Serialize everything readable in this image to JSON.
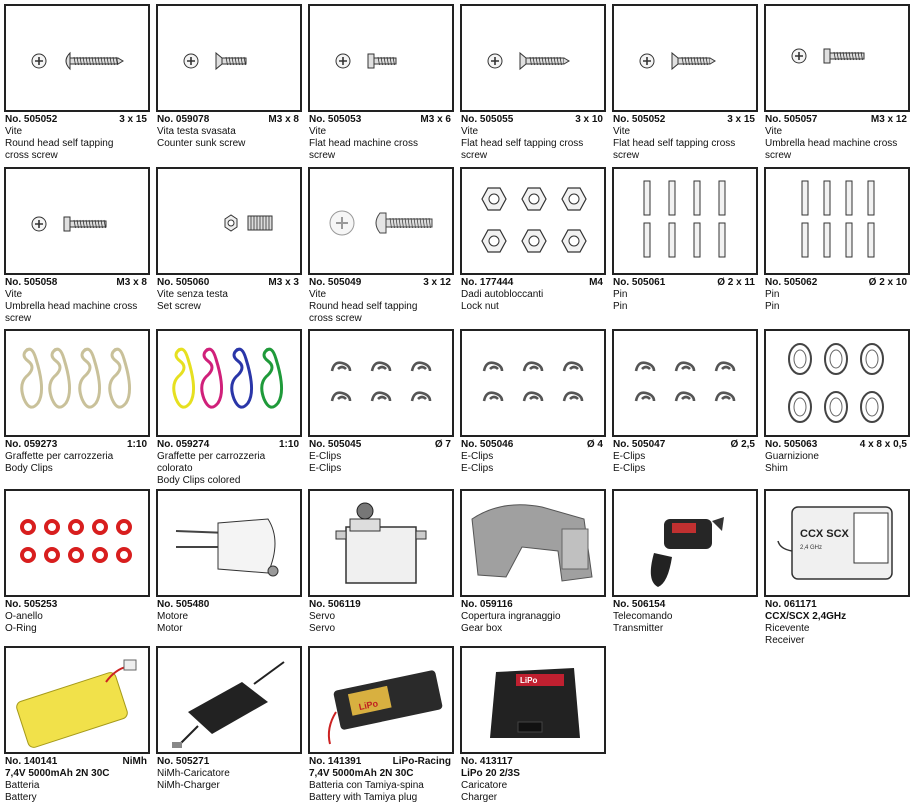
{
  "items": [
    {
      "no": "No. 505052",
      "size": "3 x 15",
      "lines": [
        "Vite",
        "Round head self tapping",
        "cross screw"
      ]
    },
    {
      "no": "No. 059078",
      "size": "M3 x 8",
      "lines": [
        "Vita testa svasata",
        "Counter sunk screw"
      ]
    },
    {
      "no": "No. 505053",
      "size": "M3 x 6",
      "lines": [
        "Vite",
        "Flat head machine cross",
        "screw"
      ]
    },
    {
      "no": "No. 505055",
      "size": "3 x 10",
      "lines": [
        "Vite",
        "Flat head self tapping cross",
        "screw"
      ]
    },
    {
      "no": "No. 505052",
      "size": "3 x 15",
      "lines": [
        "Vite",
        "Flat head self tapping cross",
        "screw"
      ]
    },
    {
      "no": "No. 505057",
      "size": "M3 x 12",
      "lines": [
        "Vite",
        "Umbrella head machine cross",
        "screw"
      ]
    },
    {
      "no": "No. 505058",
      "size": "M3 x 8",
      "lines": [
        "Vite",
        "Umbrella head machine cross",
        "screw"
      ]
    },
    {
      "no": "No. 505060",
      "size": "M3 x 3",
      "lines": [
        "Vite senza testa",
        "Set screw"
      ]
    },
    {
      "no": "No. 505049",
      "size": "3 x 12",
      "lines": [
        "Vite",
        "Round head self tapping",
        "cross screw"
      ]
    },
    {
      "no": "No. 177444",
      "size": "M4",
      "lines": [
        "Dadi autobloccanti",
        "Lock nut"
      ]
    },
    {
      "no": "No. 505061",
      "size": "Ø 2 x 11",
      "lines": [
        "Pin",
        "Pin"
      ]
    },
    {
      "no": "No. 505062",
      "size": "Ø 2 x 10",
      "lines": [
        "Pin",
        "Pin"
      ]
    },
    {
      "no": "No. 059273",
      "size": "1:10",
      "lines": [
        "Graffette per carrozzeria",
        "Body Clips"
      ]
    },
    {
      "no": "No. 059274",
      "size": "1:10",
      "lines": [
        "Graffette per carrozzeria",
        "colorato",
        "Body Clips colored"
      ]
    },
    {
      "no": "No. 505045",
      "size": "Ø 7",
      "lines": [
        "E-Clips",
        "E-Clips"
      ]
    },
    {
      "no": "No. 505046",
      "size": "Ø 4",
      "lines": [
        "E-Clips",
        "E-Clips"
      ]
    },
    {
      "no": "No. 505047",
      "size": "Ø 2,5",
      "lines": [
        "E-Clips",
        "E-Clips"
      ]
    },
    {
      "no": "No. 505063",
      "size": "4 x 8 x 0,5",
      "lines": [
        "Guarnizione",
        "Shim"
      ]
    },
    {
      "no": "No. 505253",
      "size": "",
      "lines": [
        "O-anello",
        "O-Ring"
      ]
    },
    {
      "no": "No. 505480",
      "size": "",
      "lines": [
        "Motore",
        "Motor"
      ]
    },
    {
      "no": "No. 506119",
      "size": "",
      "lines": [
        "Servo",
        "Servo"
      ]
    },
    {
      "no": "No. 059116",
      "size": "",
      "lines": [
        "Copertura ingranaggio",
        "Gear box"
      ]
    },
    {
      "no": "No. 506154",
      "size": "",
      "lines": [
        "Telecomando",
        "Transmitter"
      ]
    },
    {
      "no": "No.  061171",
      "size": "",
      "bold_line": "CCX/SCX 2,4GHz",
      "lines": [
        "Ricevente",
        "Receiver"
      ]
    },
    {
      "no": "No.  140141",
      "size": "NiMh",
      "bold_line": "7,4V 5000mAh 2N 30C",
      "lines": [
        "Batteria",
        "Battery"
      ]
    },
    {
      "no": "No.  505271",
      "size": "",
      "lines": [
        "NiMh-Caricatore",
        "NiMh-Charger"
      ]
    },
    {
      "no": "No.  141391",
      "size": "LiPo-Racing",
      "bold_line": "7,4V 5000mAh 2N 30C",
      "lines": [
        "Batteria con Tamiya-spina",
        "Battery with Tamiya plug"
      ]
    },
    {
      "no": "No.  413117",
      "size": "",
      "bold_line": "LiPo 20 2/3S",
      "lines": [
        "Caricatore",
        "Charger"
      ]
    }
  ],
  "labels": {
    "receiver_brand": "CCX SCX",
    "receiver_sub": "2,4 GHz",
    "battery_label": "LiPo",
    "charger_label": "LiPo"
  },
  "colors": {
    "clip_yellow": "#e6e020",
    "clip_magenta": "#d0207a",
    "clip_blue": "#2a36a8",
    "clip_green": "#1f9a3a",
    "oring_red": "#d81e1e",
    "battery_yellow": "#f1e14a",
    "servo_grey": "#777777",
    "gearbox_grey": "#a0a0a0"
  }
}
